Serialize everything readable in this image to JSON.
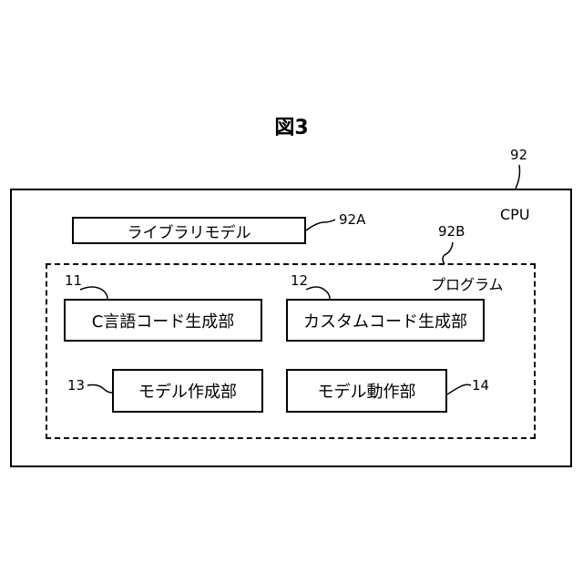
{
  "figure": {
    "title": "図3"
  },
  "cpu": {
    "ref": "92",
    "label": "CPU"
  },
  "library": {
    "ref": "92A",
    "label": "ライブラリモデル"
  },
  "program": {
    "ref": "92B",
    "label": "プログラム"
  },
  "blocks": [
    {
      "ref": "11",
      "label": "C言語コード生成部"
    },
    {
      "ref": "12",
      "label": "カスタムコード生成部"
    },
    {
      "ref": "13",
      "label": "モデル作成部"
    },
    {
      "ref": "14",
      "label": "モデル動作部"
    }
  ]
}
